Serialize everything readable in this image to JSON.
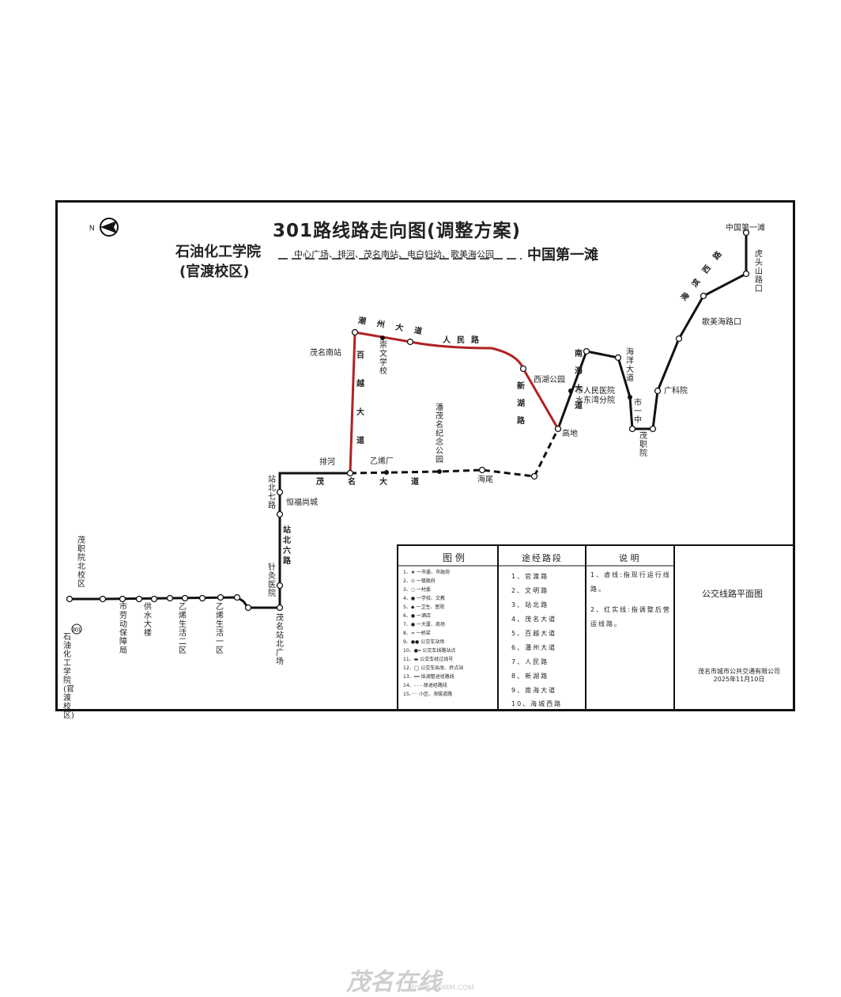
{
  "map": {
    "title": "301路线路走向图(调整方案)",
    "compass_label": "N",
    "terminal_left_line1": "石油化工学院",
    "terminal_left_line2": "(官渡校区)",
    "via_text": "中心广场、排河、茂名南站、电白妇幼、歌美海公园",
    "terminal_right": "中国第一滩",
    "stops": {
      "zhongguo_diyitan": "中国第一滩",
      "hutoushan_lukou": "虎头山路口",
      "gemeihai_lukou": "歌美海路口",
      "guangkeyuan": "广科院",
      "maozhiyuan": "茂职院",
      "shi_yizhong": "市一中",
      "shi_renmin_yiyuan": "市人民医院",
      "shuidongwan_fenyuan": "水东湾分院",
      "xihu_gongyuan": "西湖公园",
      "gaodi": "高地",
      "haiwei": "海尾",
      "pan_maoming_jinian_gongyuan": "潘茂名纪念公园",
      "yi_xichang": "乙烯厂",
      "maoming_nanzhan": "茂名南站",
      "chongwen_xuexiao": "崇文学校",
      "paihe": "排河",
      "zhanbei_qilu": "站北七路",
      "hengfu_shangcheng": "恒福尚城",
      "zhenjiu_yiyuan": "针灸医院",
      "maoming_zhanbei_guangchang": "茂名站北广场",
      "yixi_shenghuo_yiqu": "乙烯生活一区",
      "yixi_shenghuo_erqu": "乙烯生活二区",
      "gongshui_dalou": "供水大楼",
      "shi_laodong_baozhangju": "市劳动保障局",
      "maozhiyuan_beixiaoqu": "茂职院北校区",
      "shiyou_huagong_xueyuan_guandu": "石油化工学院(官渡校区)"
    },
    "roads": {
      "haibin_xilu": "海滨西路",
      "haiyang_dadao": "海洋大道",
      "nanhai_dadao": "南海大道",
      "xinhu_lu": "新湖路",
      "renmin_lu": "人民路",
      "chaozhou_dadao": "潮州大道",
      "baiyue_dadao": "百越大道",
      "maoming_dadao": "茂名大道",
      "zhanbei_liulu": "站北六路"
    },
    "route_badge": "301"
  },
  "legend": {
    "title": "图 例",
    "items": [
      "1、★ 一市委、市政府",
      "2、⊙ 一镇政府",
      "3、○ 一村委",
      "4、● 一学校、文教",
      "5、◆ 一卫生、医院",
      "6、● 一酒店",
      "7、● 一大厦、商场",
      "8、≍ 一桥梁",
      "9、●● 公交车站场",
      "10、●━ 公交车线路站点",
      "11、▬ 公交车经过线号",
      "12、◯ 公交车始发、终点站",
      "13、━━ 拟调整途径路线",
      "14、- - - 原途经路段",
      "15、···· 小区、海拔道路"
    ]
  },
  "segments": {
    "title": "途经路段",
    "items": [
      "1、官渡路",
      "2、文明路",
      "3、站北路",
      "4、茂名大道",
      "5、百越大道",
      "6、潘州大道",
      "7、人民路",
      "8、新湖路",
      "9、南海大道",
      "10、海城西路"
    ]
  },
  "notes": {
    "title": "说 明",
    "items": [
      "1、虚线:指现行运行线路。",
      "2、红实线:指调整后营运线路。"
    ]
  },
  "plan": {
    "title": "公交线路平面图",
    "company": "茂名市城市公共交通有限公司",
    "date": "2025年11月10日"
  },
  "watermark": {
    "text": "茂名在线",
    "url": "WWW.GDMM.COM"
  },
  "colors": {
    "route_black": "#111111",
    "route_red": "#b22222",
    "frame": "#111111"
  }
}
